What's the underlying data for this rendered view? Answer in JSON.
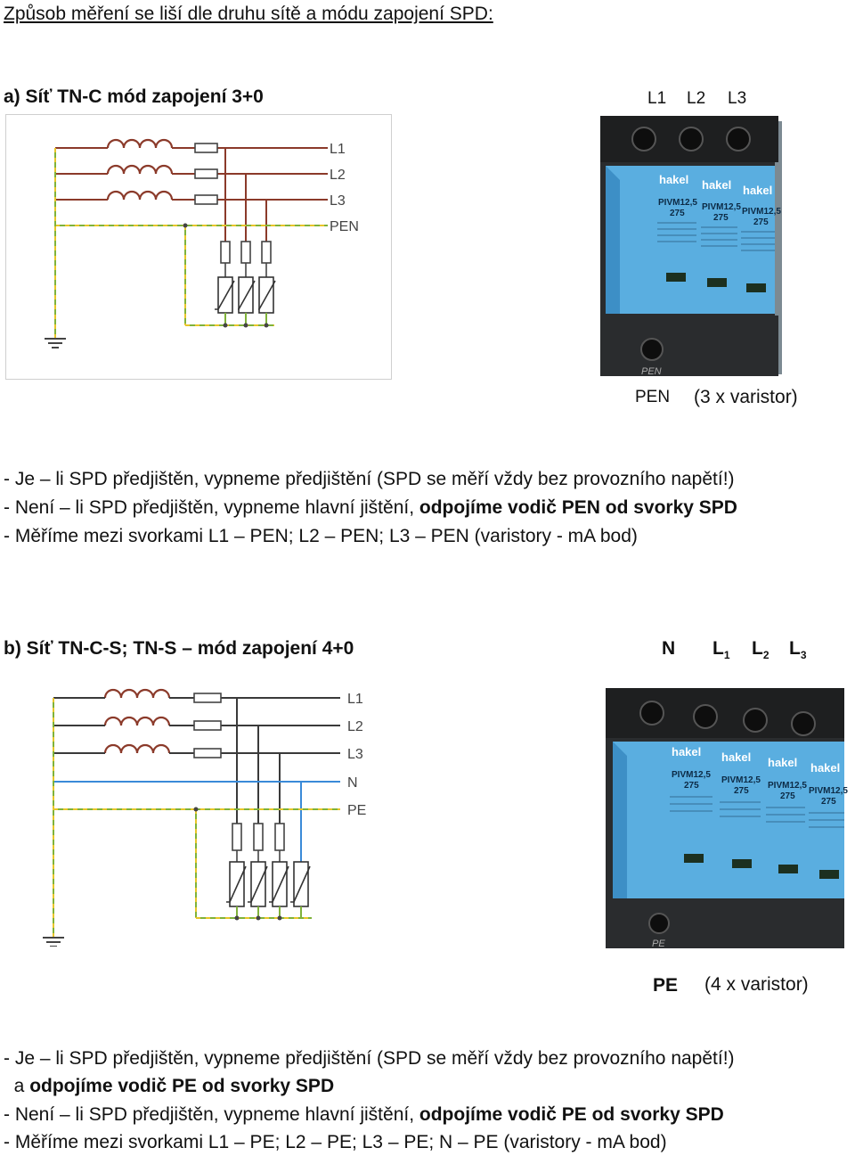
{
  "title": "Způsob měření se liší dle druhu sítě a módu zapojení SPD:",
  "section_a": {
    "heading": "a) Síť TN-C mód zapojení 3+0",
    "terminals_top": [
      "L1",
      "L2",
      "L3"
    ],
    "diagram_labels": [
      "L1",
      "L2",
      "L3",
      "PEN"
    ],
    "bottom_terminal": "PEN",
    "varistor_note": "(3 x varistor)",
    "device": {
      "brand": "hakel",
      "model": "PIVM12,5",
      "rating": "275",
      "pole_count": 3
    },
    "lines": [
      {
        "text": "- Je – li SPD předjištěn, vypneme předjištění (SPD se měří vždy bez provozního napětí!)"
      },
      {
        "text": "- Není – li SPD předjištěn, vypneme hlavní jištění, ",
        "bold": "odpojíme vodič PEN od svorky SPD"
      },
      {
        "text": "- Měříme mezi svorkami L1 – PEN; L2 – PEN; L3 – PEN (varistory - mA bod)"
      }
    ]
  },
  "section_b": {
    "heading": "b) Síť TN-C-S; TN-S – mód zapojení 4+0",
    "terminals_top": {
      "n": "N",
      "l": "L",
      "subs": [
        "1",
        "2",
        "3"
      ]
    },
    "diagram_labels": [
      "L1",
      "L2",
      "L3",
      "N",
      "PE"
    ],
    "bottom_terminal": "PE",
    "varistor_note": "(4 x varistor)",
    "device": {
      "brand": "hakel",
      "model": "PIVM12,5",
      "rating": "275",
      "pole_count": 4
    },
    "lines": [
      {
        "text": "- Je – li SPD předjištěn, vypneme předjištění (SPD se měří vždy bez provozního napětí!)"
      },
      {
        "text": "  a ",
        "bold": "odpojíme vodič PE od svorky SPD"
      },
      {
        "text": "- Není – li SPD předjištěn, vypneme hlavní jištění, ",
        "bold": "odpojíme vodič PE od svorky SPD"
      },
      {
        "text": "- Měříme mezi svorkami L1 – PE; L2 – PE; L3 – PE; N – PE (varistory -  mA bod)"
      }
    ]
  },
  "colors": {
    "phase_wire": "#8b3a2a",
    "pen_wire": "#7fb23a",
    "pe_dash": "#e8c52a",
    "neutral_wire": "#3a8ad8",
    "device_blue": "#5aaee0",
    "device_dark": "#2a2c2e"
  }
}
